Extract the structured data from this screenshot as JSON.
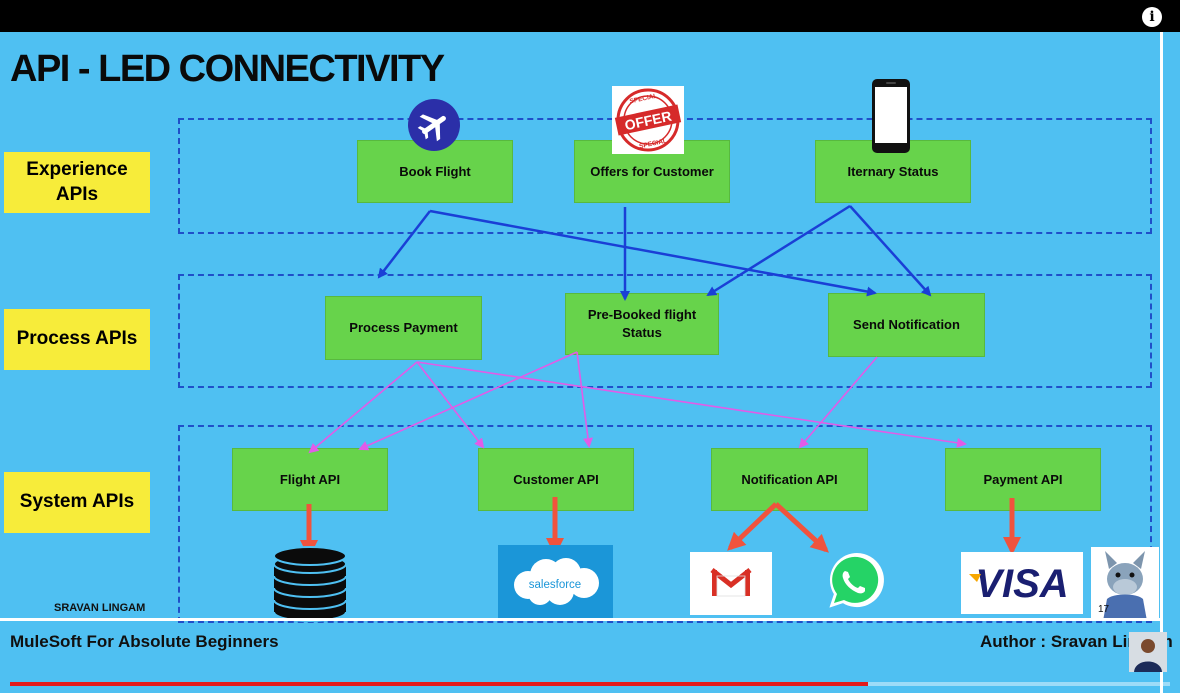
{
  "title": "API - LED CONNECTIVITY",
  "tiers": {
    "experience": "Experience APIs",
    "process": "Process APIs",
    "system": "System APIs"
  },
  "experience_apis": [
    "Book Flight",
    "Offers for Customer",
    "Iternary Status"
  ],
  "process_apis": [
    "Process Payment",
    "Pre-Booked flight Status",
    "Send Notification"
  ],
  "system_apis": [
    "Flight API",
    "Customer API",
    "Notification API",
    "Payment API"
  ],
  "icons": {
    "plane": "airplane-icon",
    "offer": "special-offer-stamp-icon",
    "phone": "smartphone-icon",
    "database": "database-icon",
    "salesforce": "salesforce-logo",
    "gmail": "gmail-icon",
    "whatsapp": "whatsapp-icon",
    "visa": "visa-logo",
    "mascot": "mascot-icon"
  },
  "logos": {
    "salesforce": "salesforce",
    "visa": "VISA",
    "offer_text": "OFFER",
    "offer_ring_top": "SPECIAL",
    "offer_ring_bottom": "SPECIAL"
  },
  "footer": {
    "author_small": "SRAVAN LINGAM",
    "course": "MuleSoft For Absolute Beginners",
    "author": "Author : Sravan Lingam",
    "page": "17"
  },
  "player": {
    "progress": 0.74
  },
  "colors": {
    "background": "#4fc0f2",
    "tier_label": "#f7ec3a",
    "api_box": "#67d34b",
    "experience_arrow": "#1a3fd6",
    "process_arrow": "#e25be8",
    "system_arrow": "#f0533d",
    "dashed_border": "#1f4fc9"
  }
}
